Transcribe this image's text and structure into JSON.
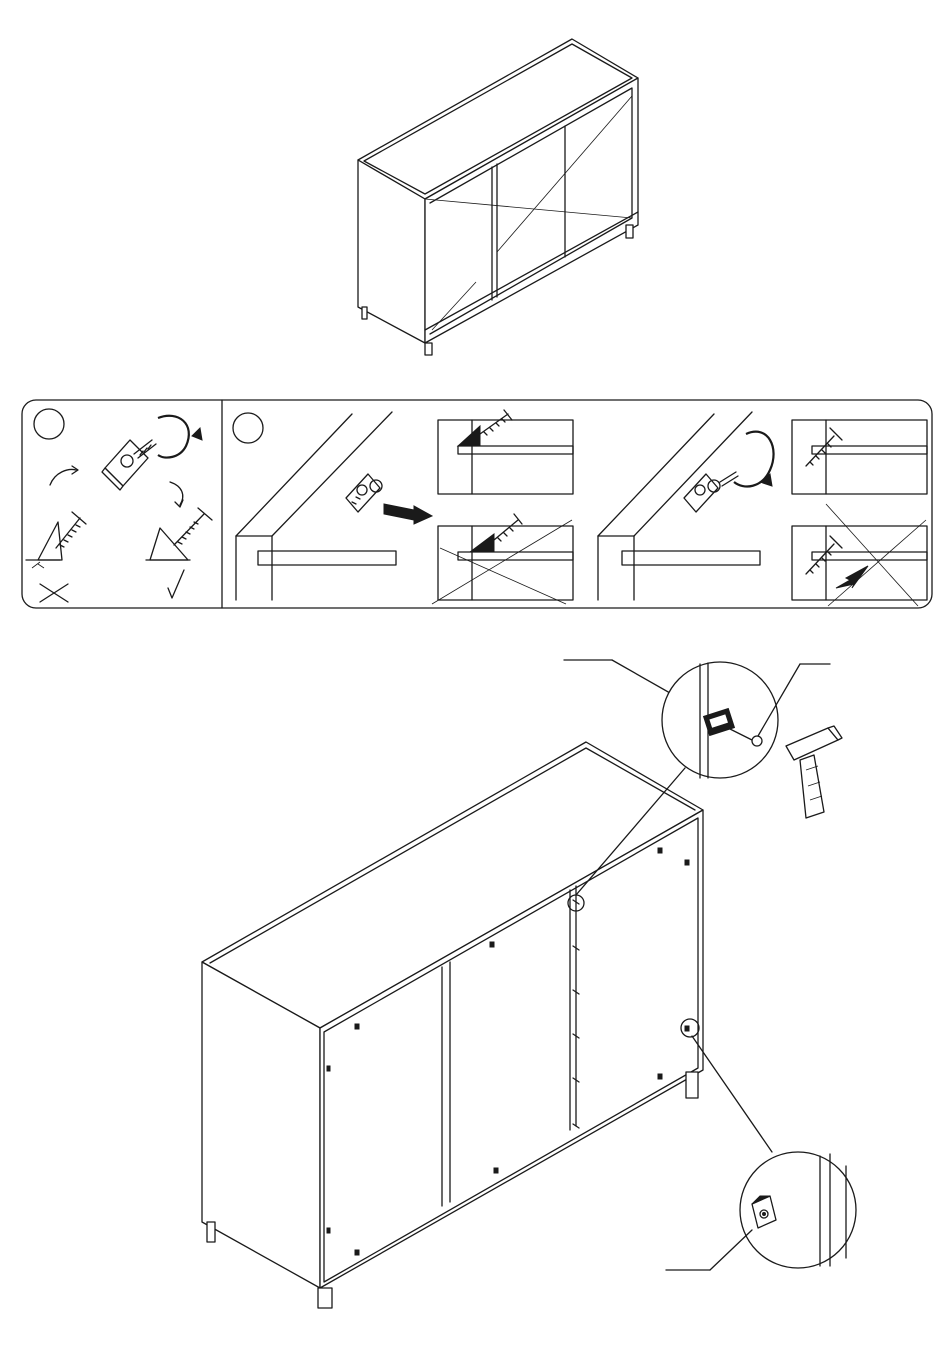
{
  "document": {
    "type": "assembly-instruction-page",
    "figures": [
      {
        "name": "sideboard-overview",
        "description_icon": "sideboard-icon"
      },
      {
        "name": "corner-block-instructions",
        "panels": 2
      },
      {
        "name": "back-panel-assembly"
      }
    ],
    "step_labels": [
      "",
      ""
    ]
  }
}
